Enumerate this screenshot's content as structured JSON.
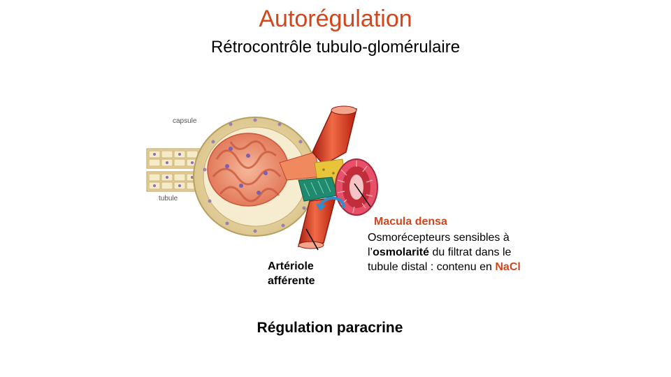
{
  "header": {
    "title": "Autorégulation",
    "subtitle": "Rétrocontrôle tubulo-glomérulaire"
  },
  "figure": {
    "capsule_label": "capsule",
    "tubule_label": "tubule"
  },
  "labels": {
    "macula_densa": "Macula densa",
    "description": {
      "line1": "Osmorécepteurs sensibles à",
      "line2_prefix": "l’",
      "line2_bold": "osmolarité",
      "line2_suffix": " du filtrat dans le",
      "line3_prefix": "tubule distal : contenu en ",
      "line3_highlight": "NaCl"
    },
    "arteriole_line1": "Artériole",
    "arteriole_line2": "afférente"
  },
  "footer": {
    "text": "Régulation paracrine"
  },
  "colors": {
    "accent": "#d2451d",
    "capsule_fill": "#e9d9a6",
    "vessel_red": "#d8321e",
    "macula_green": "#1f8a6e",
    "arrow_blue": "#2a8fd0"
  }
}
